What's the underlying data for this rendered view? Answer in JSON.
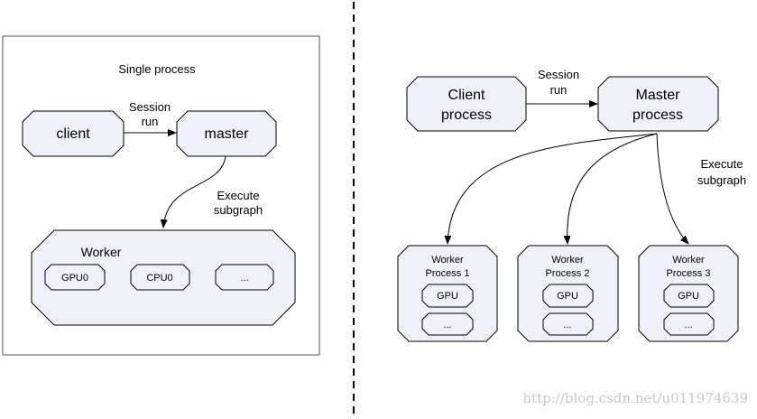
{
  "single": {
    "title": "Single process",
    "client": "client",
    "master": "master",
    "session_l1": "Session",
    "session_l2": "run",
    "execute_l1": "Execute",
    "execute_l2": "subgraph",
    "worker": "Worker",
    "devices": [
      "GPU0",
      "CPU0",
      "..."
    ]
  },
  "distributed": {
    "client_l1": "Client",
    "client_l2": "process",
    "master_l1": "Master",
    "master_l2": "process",
    "session_l1": "Session",
    "session_l2": "run",
    "execute_l1": "Execute",
    "execute_l2": "subgraph",
    "workers": [
      {
        "l1": "Worker",
        "l2": "Process 1",
        "gpu": "GPU",
        "more": "..."
      },
      {
        "l1": "Worker",
        "l2": "Process 2",
        "gpu": "GPU",
        "more": "..."
      },
      {
        "l1": "Worker",
        "l2": "Process 3",
        "gpu": "GPU",
        "more": "..."
      }
    ]
  },
  "watermark": "http://blog.csdn.net/u011974639"
}
